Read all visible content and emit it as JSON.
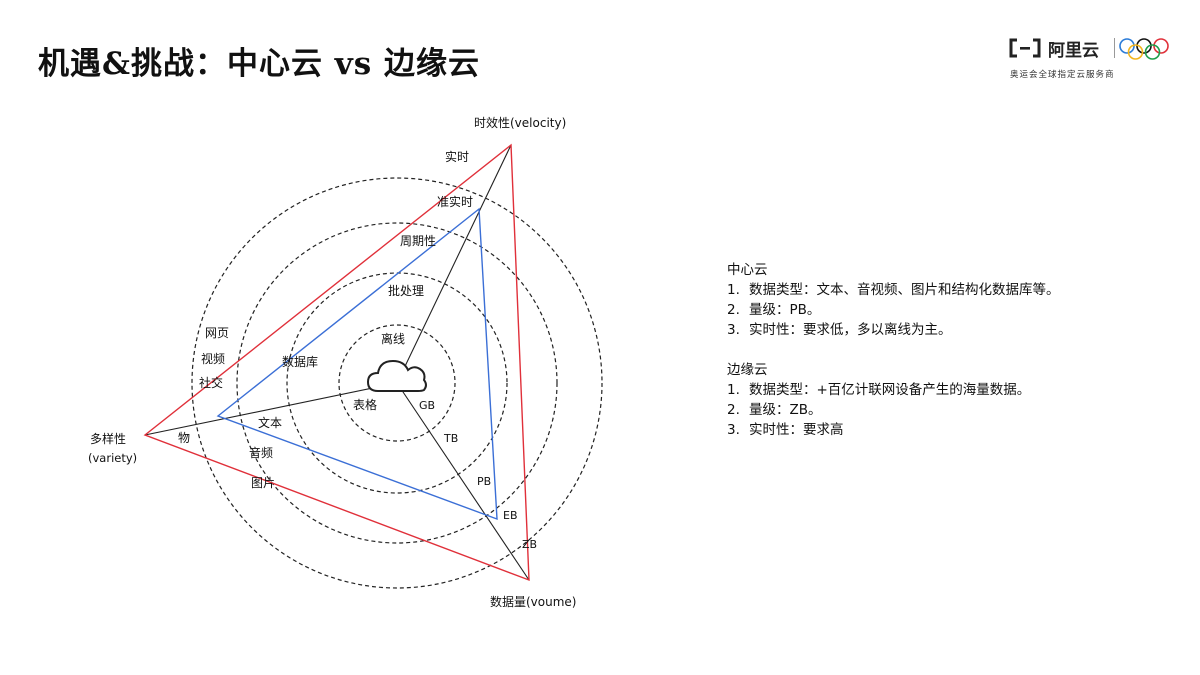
{
  "title": "机遇&挑战：中心云 vs 边缘云",
  "logo": {
    "name": "阿里云",
    "tagline": "奥运会全球指定云服务商"
  },
  "diagram": {
    "axes": {
      "velocity": "时效性(velocity)",
      "variety_line1": "多样性",
      "variety_line2": "(variety)",
      "volume": "数据量(voume)"
    },
    "velocity_ticks": [
      "离线",
      "批处理",
      "周期性",
      "准实时",
      "实时"
    ],
    "variety_ticks": [
      "表格",
      "数据库",
      "文本",
      "音频",
      "图片",
      "网页",
      "视频",
      "社交",
      "物"
    ],
    "volume_ticks": [
      "GB",
      "TB",
      "PB",
      "EB",
      "ZB"
    ],
    "colors": {
      "center_cloud": "#3b6fd6",
      "edge_cloud": "#e0303a",
      "rings": "#222222"
    },
    "center_icon": "cloud-icon"
  },
  "notes": {
    "center": {
      "title": "中心云",
      "items": [
        {
          "num": "1.",
          "text": "数据类型：文本、音视频、图片和结构化数据库等。"
        },
        {
          "num": "2.",
          "text": "量级：PB。"
        },
        {
          "num": "3.",
          "text": "实时性：要求低，多以离线为主。"
        }
      ]
    },
    "edge": {
      "title": "边缘云",
      "items": [
        {
          "num": "1.",
          "text": "数据类型：+百亿计联网设备产生的海量数据。"
        },
        {
          "num": "2.",
          "text": "量级：ZB。"
        },
        {
          "num": "3.",
          "text": "实时性：要求高"
        }
      ]
    }
  }
}
